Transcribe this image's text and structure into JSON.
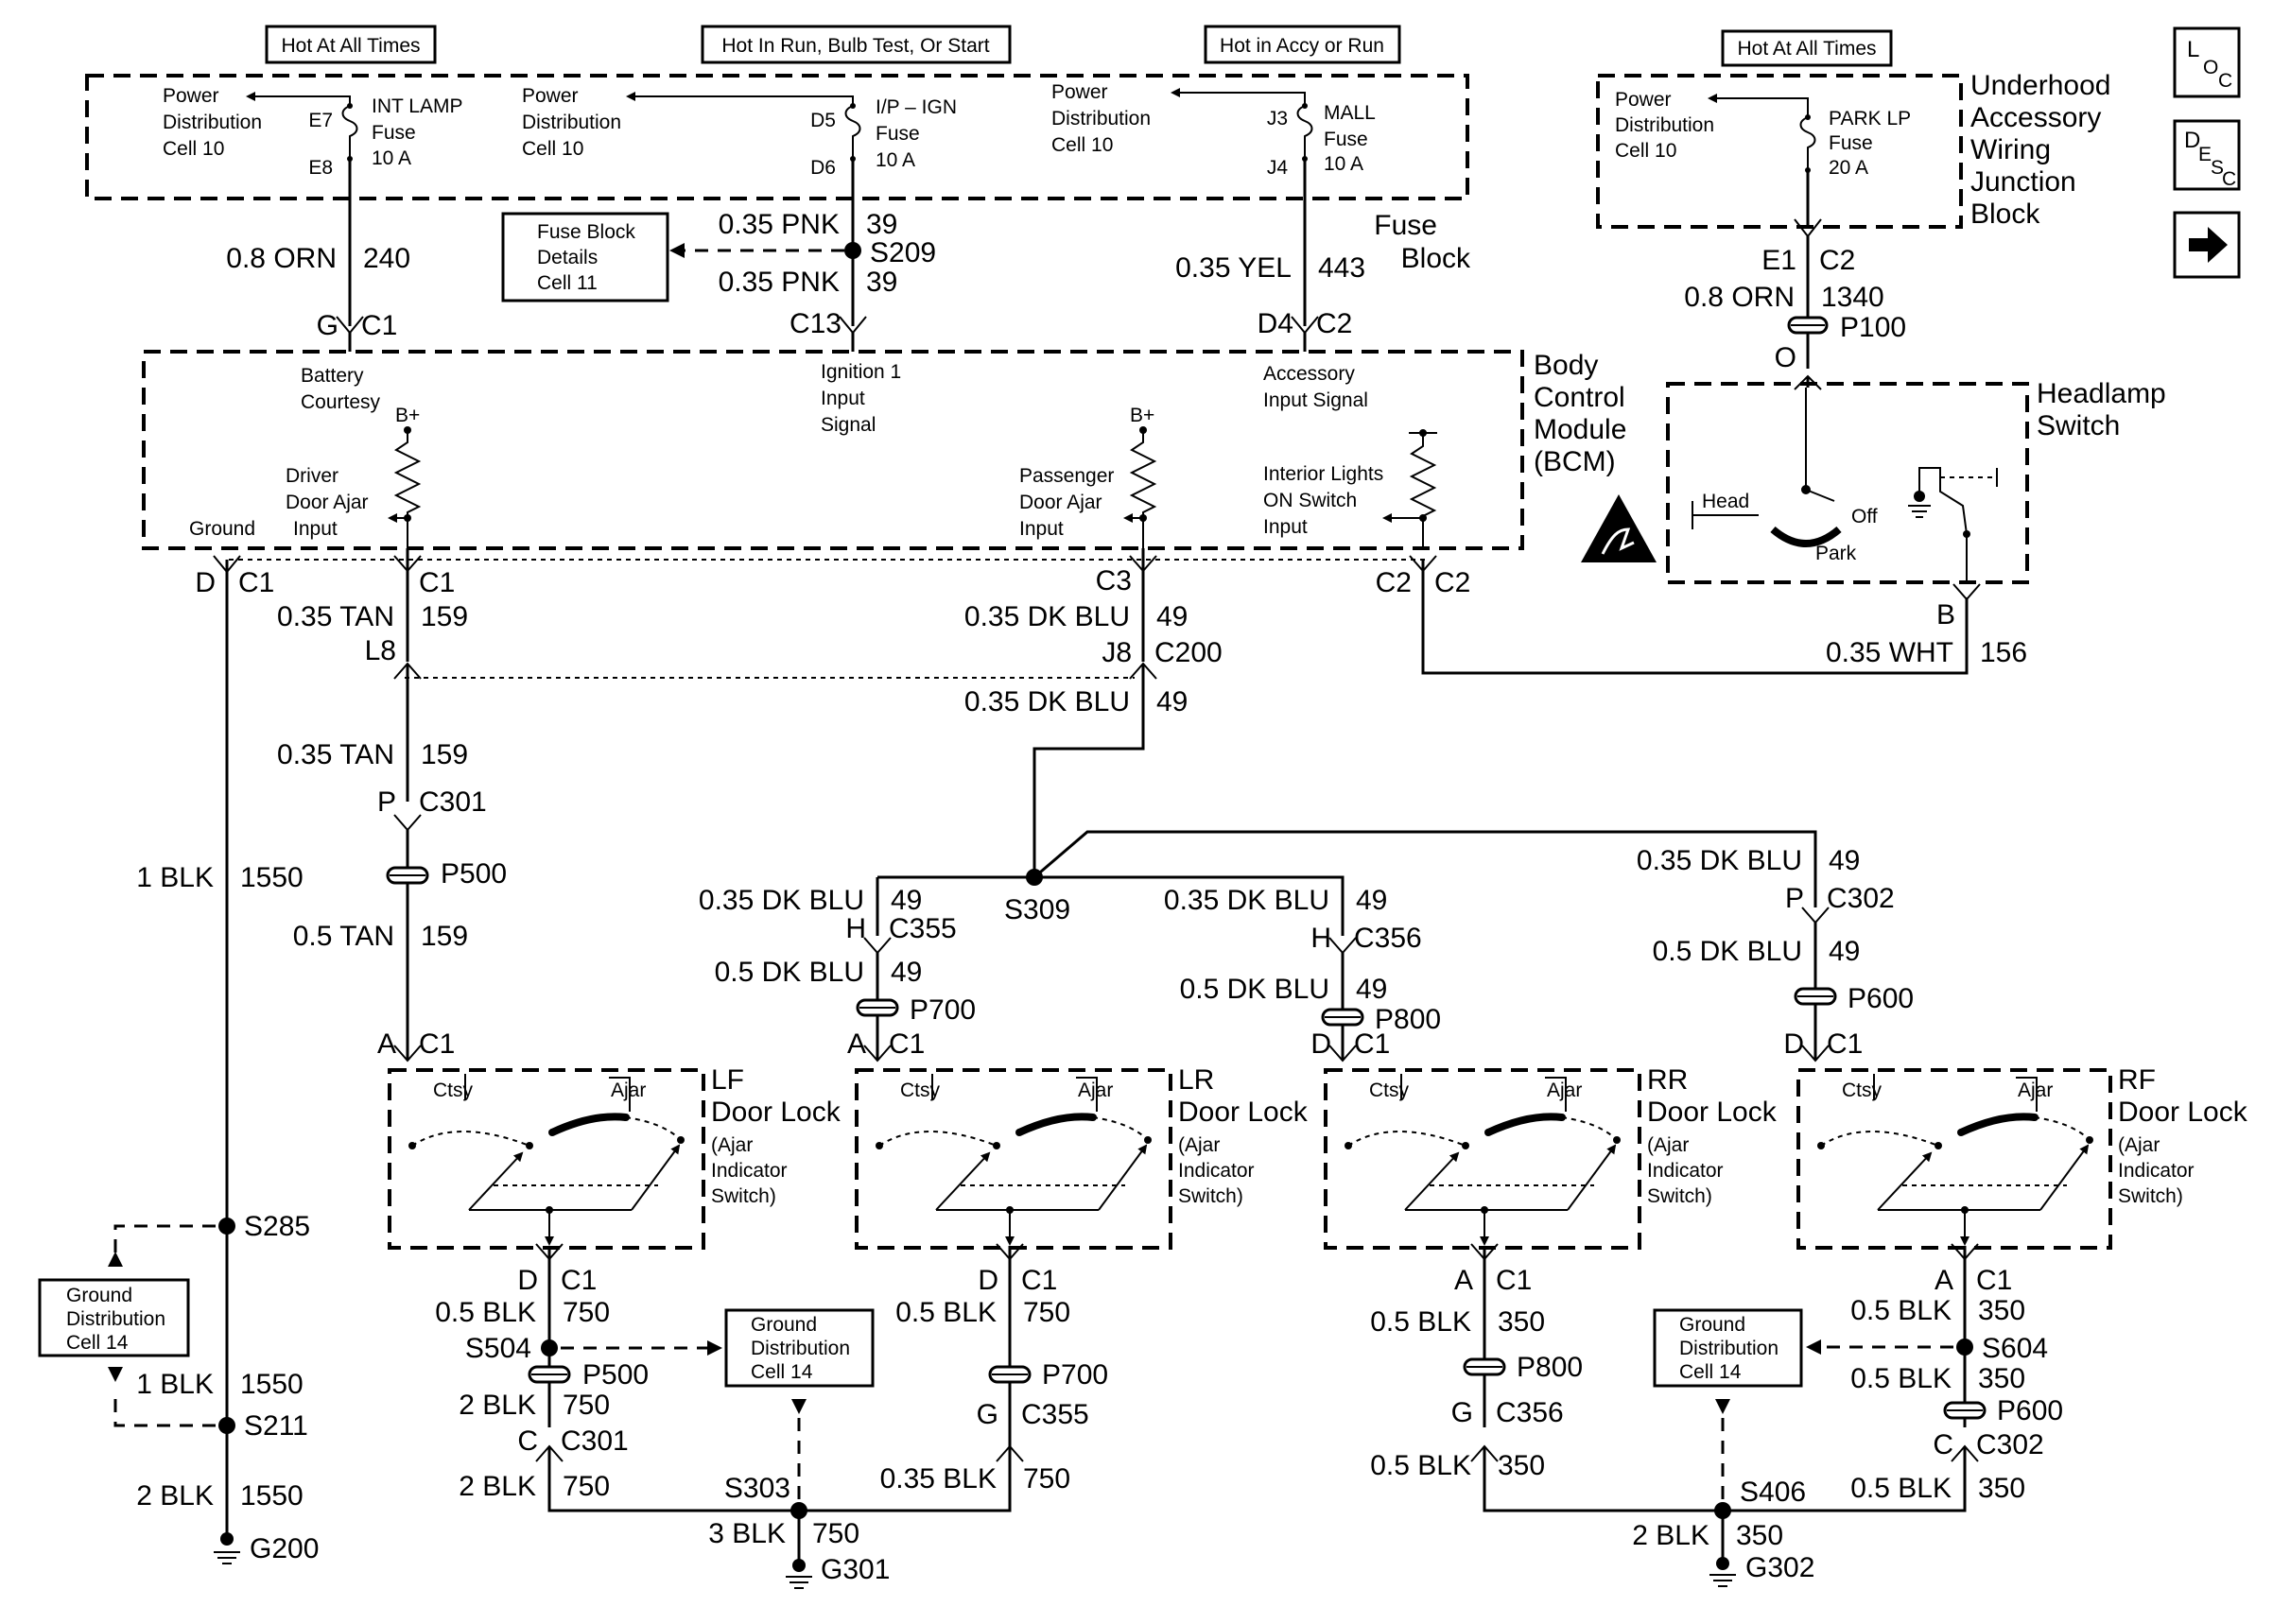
{
  "header_labels": {
    "hot_all_1": "Hot At All Times",
    "hot_run": "Hot In Run, Bulb Test, Or Start",
    "hot_accy": "Hot in Accy or Run",
    "hot_all_2": "Hot At All Times"
  },
  "nav_icons": {
    "loc_main": "L",
    "loc_sub": "O",
    "loc_sub2": "C",
    "desc_main": "D",
    "desc_sub": "E",
    "desc_sub2": "S",
    "desc_sub3": "C"
  },
  "fuse_block": {
    "pd1": [
      "Power",
      "Distribution",
      "Cell 10"
    ],
    "fuse1": {
      "top": "E7",
      "bottom": "E8",
      "name": "INT LAMP",
      "word": "Fuse",
      "amps": "10 A"
    },
    "pd2": [
      "Power",
      "Distribution",
      "Cell 10"
    ],
    "fuse2": {
      "top": "D5",
      "bottom": "D6",
      "name": "I/P – IGN",
      "word": "Fuse",
      "amps": "10 A"
    },
    "pd3": [
      "Power",
      "Distribution",
      "Cell 10"
    ],
    "fuse3": {
      "top": "J3",
      "bottom": "J4",
      "name": "MALL",
      "word": "Fuse",
      "amps": "10 A"
    },
    "label": [
      "Fuse",
      "Block"
    ]
  },
  "underhood": {
    "pd": [
      "Power",
      "Distribution",
      "Cell 10"
    ],
    "fuse": {
      "name": "PARK LP",
      "word": "Fuse",
      "amps": "20 A"
    },
    "label": [
      "Underhood",
      "Accessory",
      "Wiring",
      "Junction",
      "Block"
    ]
  },
  "fuse_details": [
    "Fuse Block",
    "Details",
    "Cell 11"
  ],
  "wires": {
    "w240": {
      "gauge": "0.8 ORN",
      "circuit": "240"
    },
    "w39a": {
      "gauge": "0.35 PNK",
      "circuit": "39"
    },
    "w39b": {
      "gauge": "0.35 PNK",
      "circuit": "39"
    },
    "w443": {
      "gauge": "0.35 YEL",
      "circuit": "443"
    },
    "w1340": {
      "gauge": "0.8 ORN",
      "circuit": "1340"
    },
    "w159a": {
      "gauge": "0.35 TAN",
      "circuit": "159"
    },
    "w159b": {
      "gauge": "0.35 TAN",
      "circuit": "159"
    },
    "w159c": {
      "gauge": "0.5 TAN",
      "circuit": "159"
    },
    "w49a": {
      "gauge": "0.35 DK BLU",
      "circuit": "49"
    },
    "w49b": {
      "gauge": "0.35 DK BLU",
      "circuit": "49"
    },
    "w49c": {
      "gauge": "0.35 DK BLU",
      "circuit": "49"
    },
    "w49d": {
      "gauge": "0.5 DK BLU",
      "circuit": "49"
    },
    "w49e": {
      "gauge": "0.35 DK BLU",
      "circuit": "49"
    },
    "w49f": {
      "gauge": "0.5 DK BLU",
      "circuit": "49"
    },
    "w49g": {
      "gauge": "0.35 DK BLU",
      "circuit": "49"
    },
    "w49h": {
      "gauge": "0.5 DK BLU",
      "circuit": "49"
    },
    "w156": {
      "gauge": "0.35 WHT",
      "circuit": "156"
    },
    "w1550a": {
      "gauge": "1 BLK",
      "circuit": "1550"
    },
    "w1550b": {
      "gauge": "1 BLK",
      "circuit": "1550"
    },
    "w1550c": {
      "gauge": "2 BLK",
      "circuit": "1550"
    },
    "w750a": {
      "gauge": "0.5 BLK",
      "circuit": "750"
    },
    "w750b": {
      "gauge": "2 BLK",
      "circuit": "750"
    },
    "w750c": {
      "gauge": "2 BLK",
      "circuit": "750"
    },
    "w750d": {
      "gauge": "0.5 BLK",
      "circuit": "750"
    },
    "w750e": {
      "gauge": "0.35 BLK",
      "circuit": "750"
    },
    "w750f": {
      "gauge": "3 BLK",
      "circuit": "750"
    },
    "w350a": {
      "gauge": "0.5 BLK",
      "circuit": "350"
    },
    "w350b": {
      "gauge": "0.5 BLK",
      "circuit": "350"
    },
    "w350c": {
      "gauge": "0.5 BLK",
      "circuit": "350"
    },
    "w350d": {
      "gauge": "0.5 BLK",
      "circuit": "350"
    },
    "w350e": {
      "gauge": "0.5 BLK",
      "circuit": "350"
    },
    "w350f": {
      "gauge": "2 BLK",
      "circuit": "350"
    }
  },
  "connectors": {
    "g_c1": [
      "G",
      "C1"
    ],
    "c13": [
      "C13",
      ""
    ],
    "d4_c2": [
      "D4",
      "C2"
    ],
    "e1_c2": [
      "E1",
      "C2"
    ],
    "d_c1_bcm": [
      "D",
      "C1"
    ],
    "c1_bcm": [
      "",
      "C1"
    ],
    "c3_bcm": [
      "C3",
      ""
    ],
    "c2_bcm": [
      "C2",
      "C2"
    ],
    "l8": [
      "L8",
      ""
    ],
    "j8_c200": [
      "J8",
      "C200"
    ],
    "p_c301": [
      "P",
      "C301"
    ],
    "h_c355": [
      "H",
      "C355"
    ],
    "h_c356": [
      "H",
      "C356"
    ],
    "p_c302": [
      "P",
      "C302"
    ],
    "a_c1_lf": [
      "A",
      "C1"
    ],
    "a_c1_lr": [
      "A",
      "C1"
    ],
    "d_c1_rr": [
      "D",
      "C1"
    ],
    "d_c1_rf": [
      "D",
      "C1"
    ],
    "d_c1_lf_b": [
      "D",
      "C1"
    ],
    "d_c1_lr_b": [
      "D",
      "C1"
    ],
    "a_c1_rr_b": [
      "A",
      "C1"
    ],
    "a_c1_rf_b": [
      "A",
      "C1"
    ],
    "c_c301": [
      "C",
      "C301"
    ],
    "g_c355": [
      "G",
      "C355"
    ],
    "g_c356": [
      "G",
      "C356"
    ],
    "c_c302": [
      "C",
      "C302"
    ],
    "o": [
      "O",
      ""
    ],
    "b_hl": [
      "B",
      ""
    ]
  },
  "splices": {
    "s209": "S209",
    "s309": "S309",
    "s285": "S285",
    "s211": "S211",
    "s504": "S504",
    "s303": "S303",
    "s406": "S406",
    "s604": "S604"
  },
  "inline": {
    "p100": "P100",
    "p500a": "P500",
    "p700a": "P700",
    "p800a": "P800",
    "p600a": "P600",
    "p500b": "P500",
    "p700b": "P700",
    "p800b": "P800",
    "p600b": "P600"
  },
  "grounds": {
    "g200": "G200",
    "g301": "G301",
    "g302": "G302"
  },
  "bcm": {
    "label": [
      "Body",
      "Control",
      "Module",
      "(BCM)"
    ],
    "batt": [
      "Battery",
      "Courtesy"
    ],
    "bplus1": "B+",
    "bplus2": "B+",
    "driver": [
      "Driver",
      "Door Ajar",
      "Input"
    ],
    "ground": "Ground",
    "ign": [
      "Ignition 1",
      "Input",
      "Signal"
    ],
    "pass": [
      "Passenger",
      "Door Ajar",
      "Input"
    ],
    "acc": [
      "Accessory",
      "Input Signal"
    ],
    "interior": [
      "Interior Lights",
      "ON Switch",
      "Input"
    ]
  },
  "headlamp": {
    "label": [
      "Headlamp",
      "Switch"
    ],
    "head": "Head",
    "off": "Off",
    "park": "Park"
  },
  "doors": {
    "lf": {
      "name": [
        "LF",
        "Door Lock"
      ],
      "note": [
        "(Ajar",
        "Indicator",
        "Switch)"
      ],
      "ctsy": "Ctsy",
      "ajar": "Ajar"
    },
    "lr": {
      "name": [
        "LR",
        "Door Lock"
      ],
      "note": [
        "(Ajar",
        "Indicator",
        "Switch)"
      ],
      "ctsy": "Ctsy",
      "ajar": "Ajar"
    },
    "rr": {
      "name": [
        "RR",
        "Door Lock"
      ],
      "note": [
        "(Ajar",
        "Indicator",
        "Switch)"
      ],
      "ctsy": "Ctsy",
      "ajar": "Ajar"
    },
    "rf": {
      "name": [
        "RF",
        "Door Lock"
      ],
      "note": [
        "(Ajar",
        "Indicator",
        "Switch)"
      ],
      "ctsy": "Ctsy",
      "ajar": "Ajar"
    }
  },
  "ground_dist": {
    "a": [
      "Ground",
      "Distribution",
      "Cell 14"
    ],
    "b": [
      "Ground",
      "Distribution",
      "Cell 14"
    ],
    "c": [
      "Ground",
      "Distribution",
      "Cell 14"
    ]
  }
}
